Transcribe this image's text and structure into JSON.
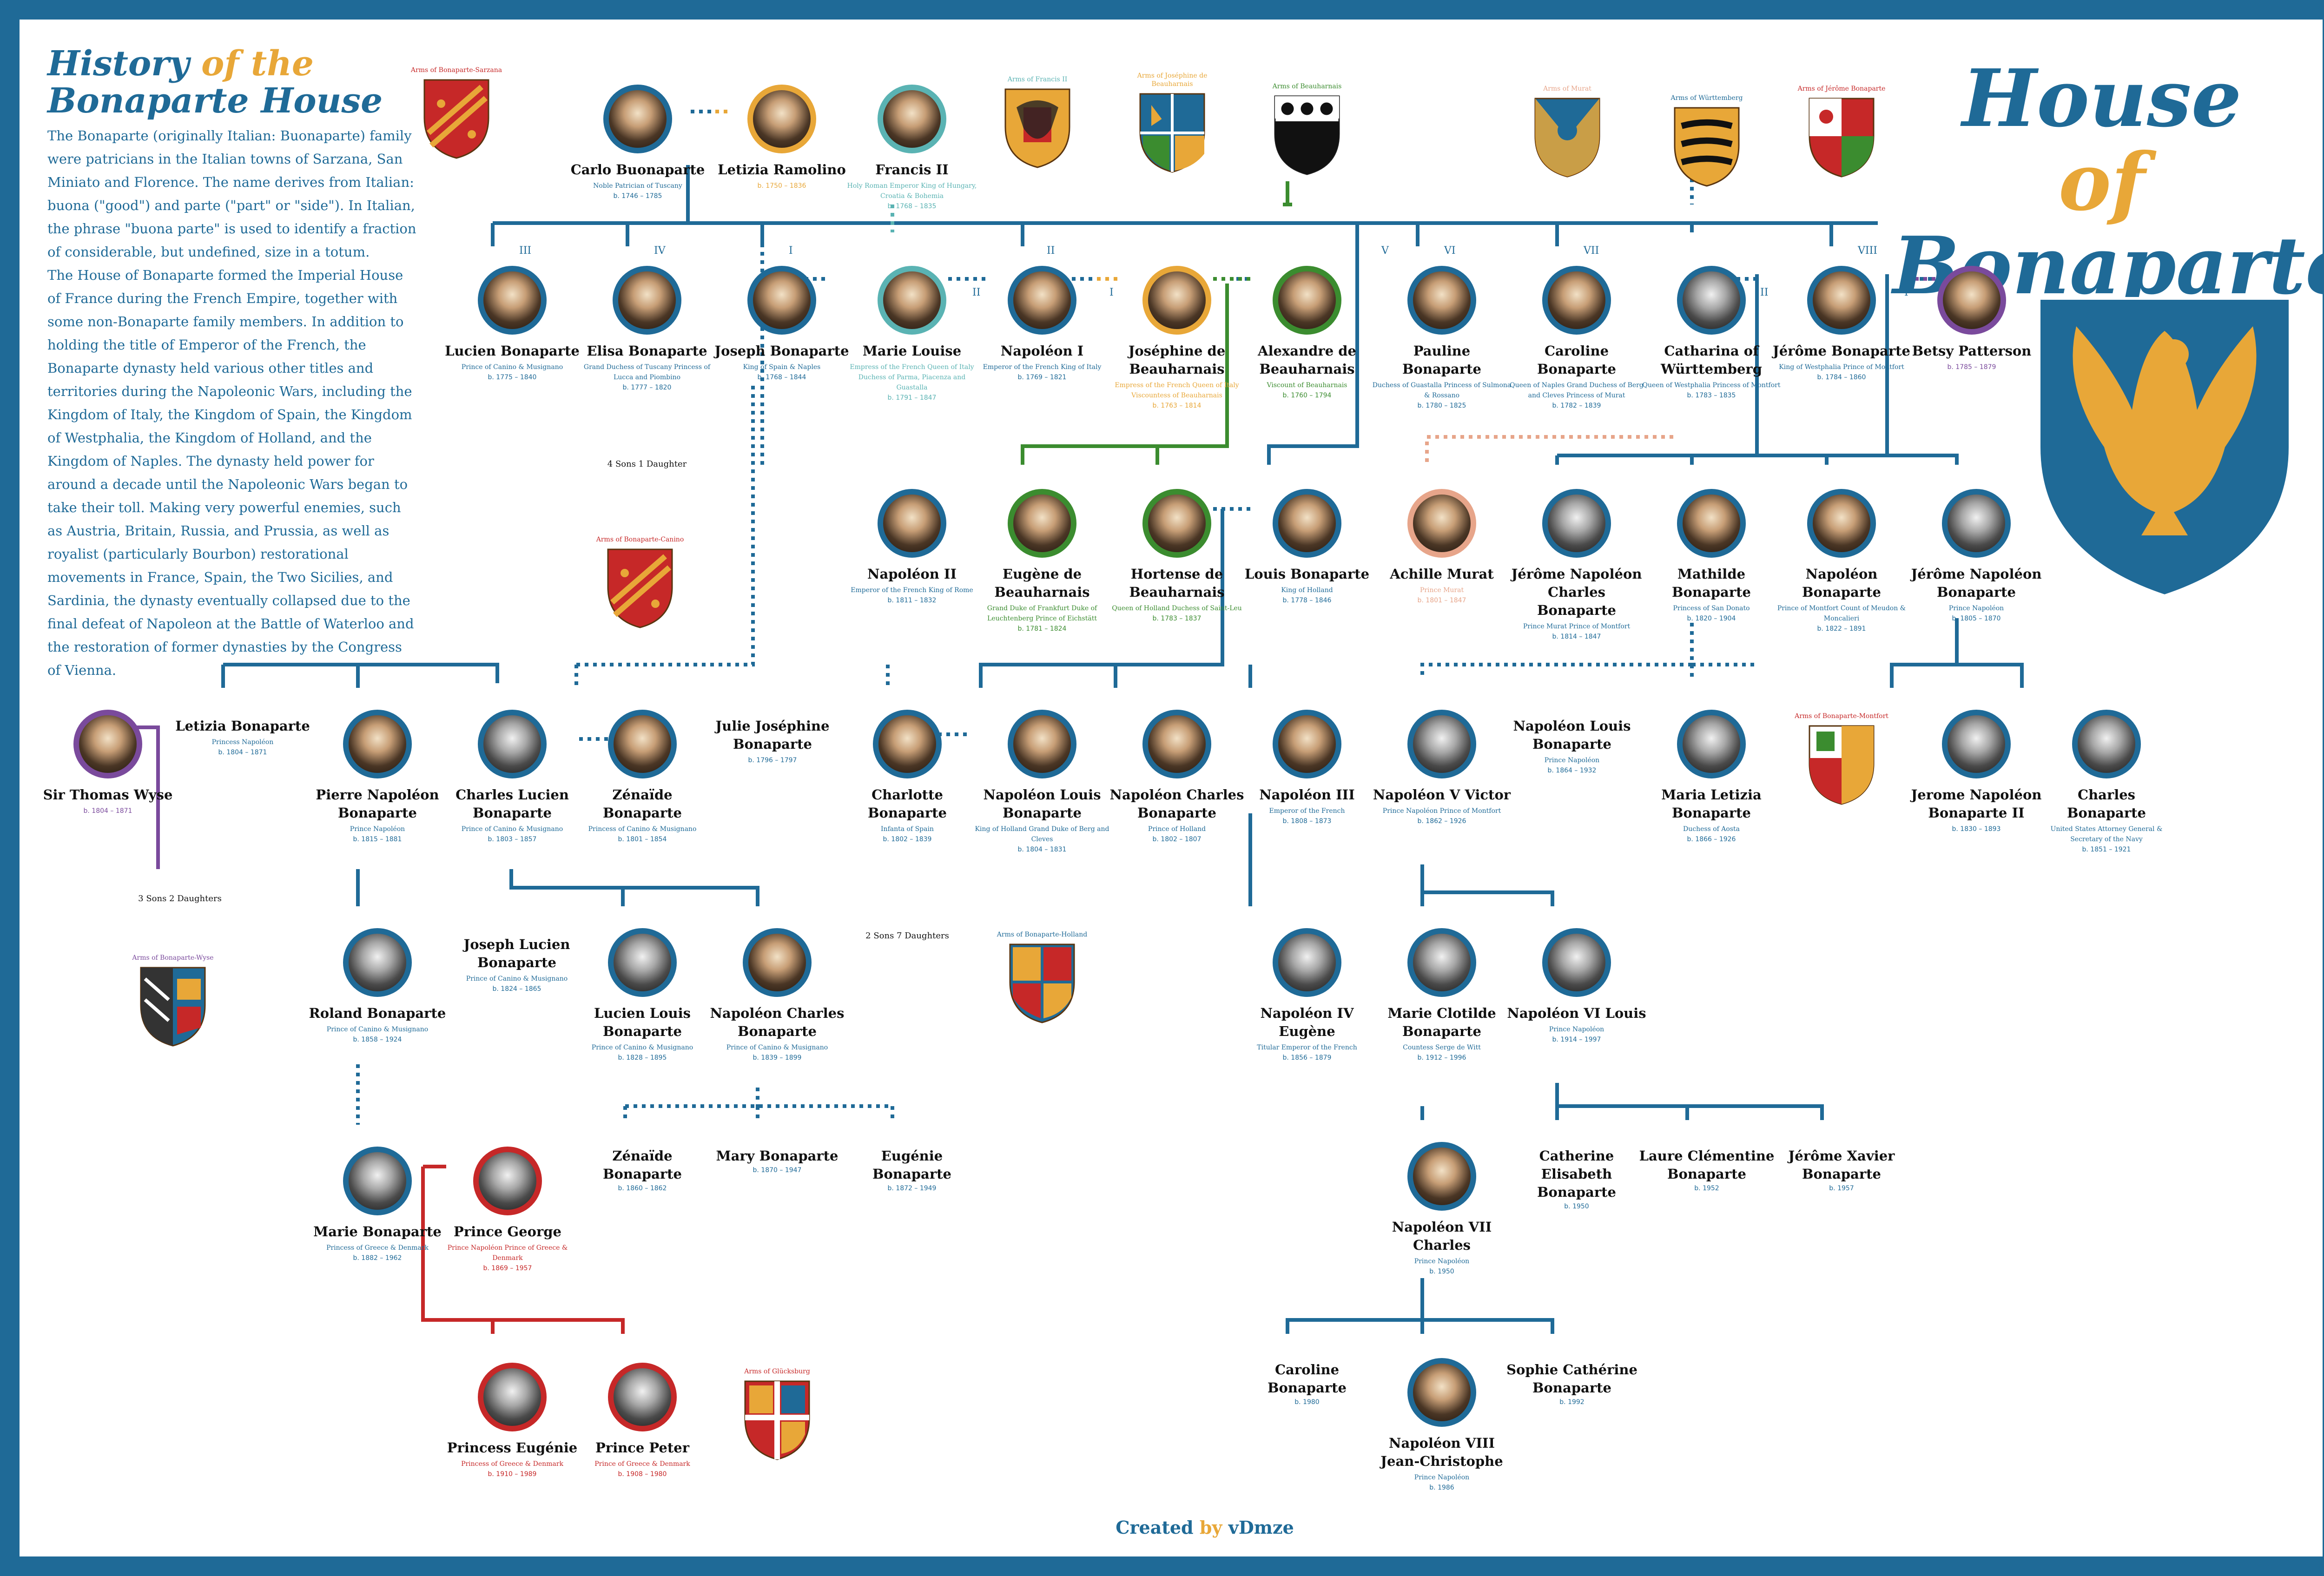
{
  "title": {
    "word1": "House",
    "word2": "of",
    "word3": "Bonaparte"
  },
  "history": {
    "title_a": "History",
    "title_b": "of the",
    "title_c": "Bonaparte House",
    "paragraph1": "The Bonaparte (originally Italian: Buonaparte) family were patricians in the Italian towns of Sarzana, San Miniato and Florence. The name derives from Italian: buona (\"good\") and parte (\"part\" or \"side\"). In Italian, the phrase \"buona parte\" is used to identify a fraction of considerable, but undefined, size in a totum.",
    "paragraph2": "The House of Bonaparte formed the Imperial House of France during the French Empire, together with some non-Bonaparte family members. In addition to holding the title of Emperor of the French, the Bonaparte dynasty held various other titles and territories during the Napoleonic Wars, including the Kingdom of Italy, the Kingdom of Spain, the Kingdom of Westphalia, the Kingdom of Holland, and the Kingdom of Naples. The dynasty held power for around a decade until the Napoleonic Wars began to take their toll. Making very powerful enemies, such as Austria, Britain, Russia, and Prussia, as well as royalist (particularly Bourbon) restorational movements in France, Spain, the Two Sicilies, and Sardinia, the dynasty eventually collapsed due to the final defeat of Napoleon at the Battle of Waterloo and the restoration of former dynasties by the Congress of Vienna."
  },
  "colors": {
    "blue": "#1f6a97",
    "gold": "#e8a738",
    "green": "#3b8c2f",
    "teal": "#5ab3b3",
    "purple": "#7a4a9c",
    "salmon": "#e7a58a",
    "red": "#c62828"
  },
  "people": {
    "carlo": {
      "name": "Carlo Buonaparte",
      "title": "Noble Patrician of Tuscany",
      "dates": "b. 1746 – 1785"
    },
    "letizia_ramolino": {
      "name": "Letizia Ramolino",
      "title": "",
      "dates": "b. 1750 – 1836"
    },
    "francis": {
      "name": "Francis II",
      "title": "Holy Roman Emperor King of Hungary, Croatia & Bohemia",
      "dates": "b. 1768 – 1835"
    },
    "lucien": {
      "name": "Lucien Bonaparte",
      "title": "Prince of Canino & Musignano",
      "dates": "b. 1775 – 1840"
    },
    "elisa": {
      "name": "Elisa Bonaparte",
      "title": "Grand Duchess of Tuscany Princess of Lucca and Piombino",
      "dates": "b. 1777 – 1820"
    },
    "joseph": {
      "name": "Joseph Bonaparte",
      "title": "King of Spain & Naples",
      "dates": "b. 1768 – 1844"
    },
    "marie_louise": {
      "name": "Marie Louise",
      "title": "Empress of the French Queen of Italy Duchess of Parma, Piacenza and Guastalla",
      "dates": "b. 1791 – 1847"
    },
    "napoleon1": {
      "name": "Napoléon I",
      "title": "Emperor of the French King of Italy",
      "dates": "b. 1769 – 1821"
    },
    "josephine": {
      "name": "Joséphine de Beauharnais",
      "title": "Empress of the French Queen of Italy Viscountess of Beauharnais",
      "dates": "b. 1763 – 1814"
    },
    "alexandre": {
      "name": "Alexandre de Beauharnais",
      "title": "Viscount of Beauharnais",
      "dates": "b. 1760 – 1794"
    },
    "pauline": {
      "name": "Pauline Bonaparte",
      "title": "Duchess of Guastalla Princess of Sulmona & Rossano",
      "dates": "b. 1780 – 1825"
    },
    "caroline": {
      "name": "Caroline Bonaparte",
      "title": "Queen of Naples Grand Duchess of Berg and Cleves Princess of Murat",
      "dates": "b. 1782 – 1839"
    },
    "catharina": {
      "name": "Catharina of Württemberg",
      "title": "Queen of Westphalia Princess of Montfort",
      "dates": "b. 1783 – 1835"
    },
    "jerome": {
      "name": "Jérôme Bonaparte",
      "title": "King of Westphalia Prince of Montfort",
      "dates": "b. 1784 – 1860"
    },
    "betsy": {
      "name": "Betsy Patterson",
      "title": "",
      "dates": "b. 1785 – 1879"
    },
    "napoleon2": {
      "name": "Napoléon II",
      "title": "Emperor of the French King of Rome",
      "dates": "b. 1811 – 1832"
    },
    "eugene": {
      "name": "Eugène de Beauharnais",
      "title": "Grand Duke of Frankfurt Duke of Leuchtenberg Prince of Eichstätt",
      "dates": "b. 1781 – 1824"
    },
    "hortense": {
      "name": "Hortense de Beauharnais",
      "title": "Queen of Holland Duchess of Saint-Leu",
      "dates": "b. 1783 – 1837"
    },
    "louis": {
      "name": "Louis Bonaparte",
      "title": "King of Holland",
      "dates": "b. 1778 – 1846"
    },
    "achille": {
      "name": "Achille Murat",
      "title": "Prince Murat",
      "dates": "b. 1801 – 1847"
    },
    "jerome_nc": {
      "name": "Jérôme Napoléon Charles Bonaparte",
      "title": "Prince Murat Prince of Montfort",
      "dates": "b. 1814 – 1847"
    },
    "mathilde": {
      "name": "Mathilde Bonaparte",
      "title": "Princess of San Donato",
      "dates": "b. 1820 – 1904"
    },
    "napoleon_montfort": {
      "name": "Napoléon Bonaparte",
      "title": "Prince of Montfort Count of Meudon & Moncalieri",
      "dates": "b. 1822 – 1891"
    },
    "jerome_nb": {
      "name": "Jérôme Napoléon Bonaparte",
      "title": "Prince Napoléon",
      "dates": "b. 1805 – 1870"
    },
    "thomas_wyse": {
      "name": "Sir Thomas Wyse",
      "title": "",
      "dates": "b. 1804 – 1871"
    },
    "letizia_b": {
      "name": "Letizia Bonaparte",
      "title": "Princess Napoléon",
      "dates": "b. 1804 – 1871"
    },
    "pierre": {
      "name": "Pierre Napoléon Bonaparte",
      "title": "Prince Napoléon",
      "dates": "b. 1815 – 1881"
    },
    "charles_lucien": {
      "name": "Charles Lucien Bonaparte",
      "title": "Prince of Canino & Musignano",
      "dates": "b. 1803 – 1857"
    },
    "zenaide": {
      "name": "Zénaïde Bonaparte",
      "title": "Princess of Canino & Musignano",
      "dates": "b. 1801 – 1854"
    },
    "julie": {
      "name": "Julie Joséphine Bonaparte",
      "title": "",
      "dates": "b. 1796 – 1797"
    },
    "charlotte": {
      "name": "Charlotte Bonaparte",
      "title": "Infanta of Spain",
      "dates": "b. 1802 – 1839"
    },
    "napoleon_louis": {
      "name": "Napoléon Louis Bonaparte",
      "title": "King of Holland Grand Duke of Berg and Cleves",
      "dates": "b. 1804 – 1831"
    },
    "napoleon_charles": {
      "name": "Napoléon Charles Bonaparte",
      "title": "Prince of Holland",
      "dates": "b. 1802 – 1807"
    },
    "napoleon3": {
      "name": "Napoléon III",
      "title": "Emperor of the French",
      "dates": "b. 1808 – 1873"
    },
    "napoleon5": {
      "name": "Napoléon V Victor",
      "title": "Prince Napoléon Prince of Montfort",
      "dates": "b. 1862 – 1926"
    },
    "napoleon_louis_b": {
      "name": "Napoléon Louis Bonaparte",
      "title": "Prince Napoléon",
      "dates": "b. 1864 – 1932"
    },
    "maria_letizia": {
      "name": "Maria Letizia Bonaparte",
      "title": "Duchess of Aosta",
      "dates": "b. 1866 – 1926"
    },
    "jerome_nb2": {
      "name": "Jerome Napoléon Bonaparte II",
      "title": "",
      "dates": "b. 1830 – 1893"
    },
    "charles_b": {
      "name": "Charles Bonaparte",
      "title": "United States Attorney General & Secretary of the Navy",
      "dates": "b. 1851 – 1921"
    },
    "roland": {
      "name": "Roland Bonaparte",
      "title": "Prince of Canino & Musignano",
      "dates": "b. 1858 – 1924"
    },
    "joseph_lucien": {
      "name": "Joseph Lucien Bonaparte",
      "title": "Prince of Canino & Musignano",
      "dates": "b. 1824 – 1865"
    },
    "lucien_louis": {
      "name": "Lucien Louis Bonaparte",
      "title": "Prince of Canino & Musignano",
      "dates": "b. 1828 – 1895"
    },
    "napoleon_charles2": {
      "name": "Napoléon Charles Bonaparte",
      "title": "Prince of Canino & Musignano",
      "dates": "b. 1839 – 1899"
    },
    "napoleon4": {
      "name": "Napoléon IV Eugène",
      "title": "Titular Emperor of the French",
      "dates": "b. 1856 – 1879"
    },
    "marie_clotilde": {
      "name": "Marie Clotilde Bonaparte",
      "title": "Countess Serge de Witt",
      "dates": "b. 1912 – 1996"
    },
    "napoleon6": {
      "name": "Napoléon VI Louis",
      "title": "Prince Napoléon",
      "dates": "b. 1914 – 1997"
    },
    "zenaide2": {
      "name": "Zénaïde Bonaparte",
      "title": "",
      "dates": "b. 1860 – 1862"
    },
    "mary": {
      "name": "Mary Bonaparte",
      "title": "",
      "dates": "b. 1870 – 1947"
    },
    "eugenie": {
      "name": "Eugénie Bonaparte",
      "title": "",
      "dates": "b. 1872 – 1949"
    },
    "marie_b": {
      "name": "Marie Bonaparte",
      "title": "Princess of Greece & Denmark",
      "dates": "b. 1882 – 1962"
    },
    "prince_george": {
      "name": "Prince George",
      "title": "Prince Napoléon Prince of Greece & Denmark",
      "dates": "b. 1869 – 1957"
    },
    "napoleon7": {
      "name": "Napoléon VII Charles",
      "title": "Prince Napoléon",
      "dates": "b. 1950"
    },
    "catherine": {
      "name": "Catherine Elisabeth Bonaparte",
      "title": "",
      "dates": "b. 1950"
    },
    "laure": {
      "name": "Laure Clémentine Bonaparte",
      "title": "",
      "dates": "b. 1952"
    },
    "jerome_xavier": {
      "name": "Jérôme Xavier Bonaparte",
      "title": "",
      "dates": "b. 1957"
    },
    "princess_eugenie": {
      "name": "Princess Eugénie",
      "title": "Princess of Greece & Denmark",
      "dates": "b. 1910 – 1989"
    },
    "prince_peter": {
      "name": "Prince Peter",
      "title": "Prince of Greece & Denmark",
      "dates": "b. 1908 – 1980"
    },
    "caroline_b": {
      "name": "Caroline Bonaparte",
      "title": "",
      "dates": "b. 1980"
    },
    "sophie": {
      "name": "Sophie Cathérine Bonaparte",
      "title": "",
      "dates": "b. 1992"
    },
    "napoleon8": {
      "name": "Napoléon VIII Jean-Christophe",
      "title": "Prince Napoléon",
      "dates": "b. 1986"
    }
  },
  "arms": {
    "sarzana": "Arms of Bonaparte-Sarzana",
    "francis": "Arms of Francis II",
    "josephine": "Arms of Joséphine de Beauharnais",
    "beauharnais": "Arms of Beauharnais",
    "murat": "Arms of Murat",
    "wurttemberg": "Arms of Württemberg",
    "jerome": "Arms of Jérôme Bonaparte",
    "canino": "Arms of Bonaparte-Canino",
    "wyse": "Arms of Bonaparte-Wyse",
    "holland": "Arms of Bonaparte-Holland",
    "montfort": "Arms of Bonaparte-Montfort",
    "glucksburg": "Arms of Glücksburg"
  },
  "numerals": {
    "n3": "III",
    "n4": "IV",
    "n1a": "I",
    "n2a": "II",
    "n2b": "II",
    "n1b": "I",
    "n5": "V",
    "n6": "VI",
    "n7": "VII",
    "n8": "VIII",
    "n2c": "II",
    "n1c": "I"
  },
  "notes": {
    "elisa_children": "4 Sons 1 Daughter",
    "wyse_children": "3 Sons 2 Daughters",
    "lucien_children": "2 Sons 7 Daughters"
  },
  "credit": {
    "prefix": "Created",
    "by": "by",
    "author": "vDmze"
  }
}
